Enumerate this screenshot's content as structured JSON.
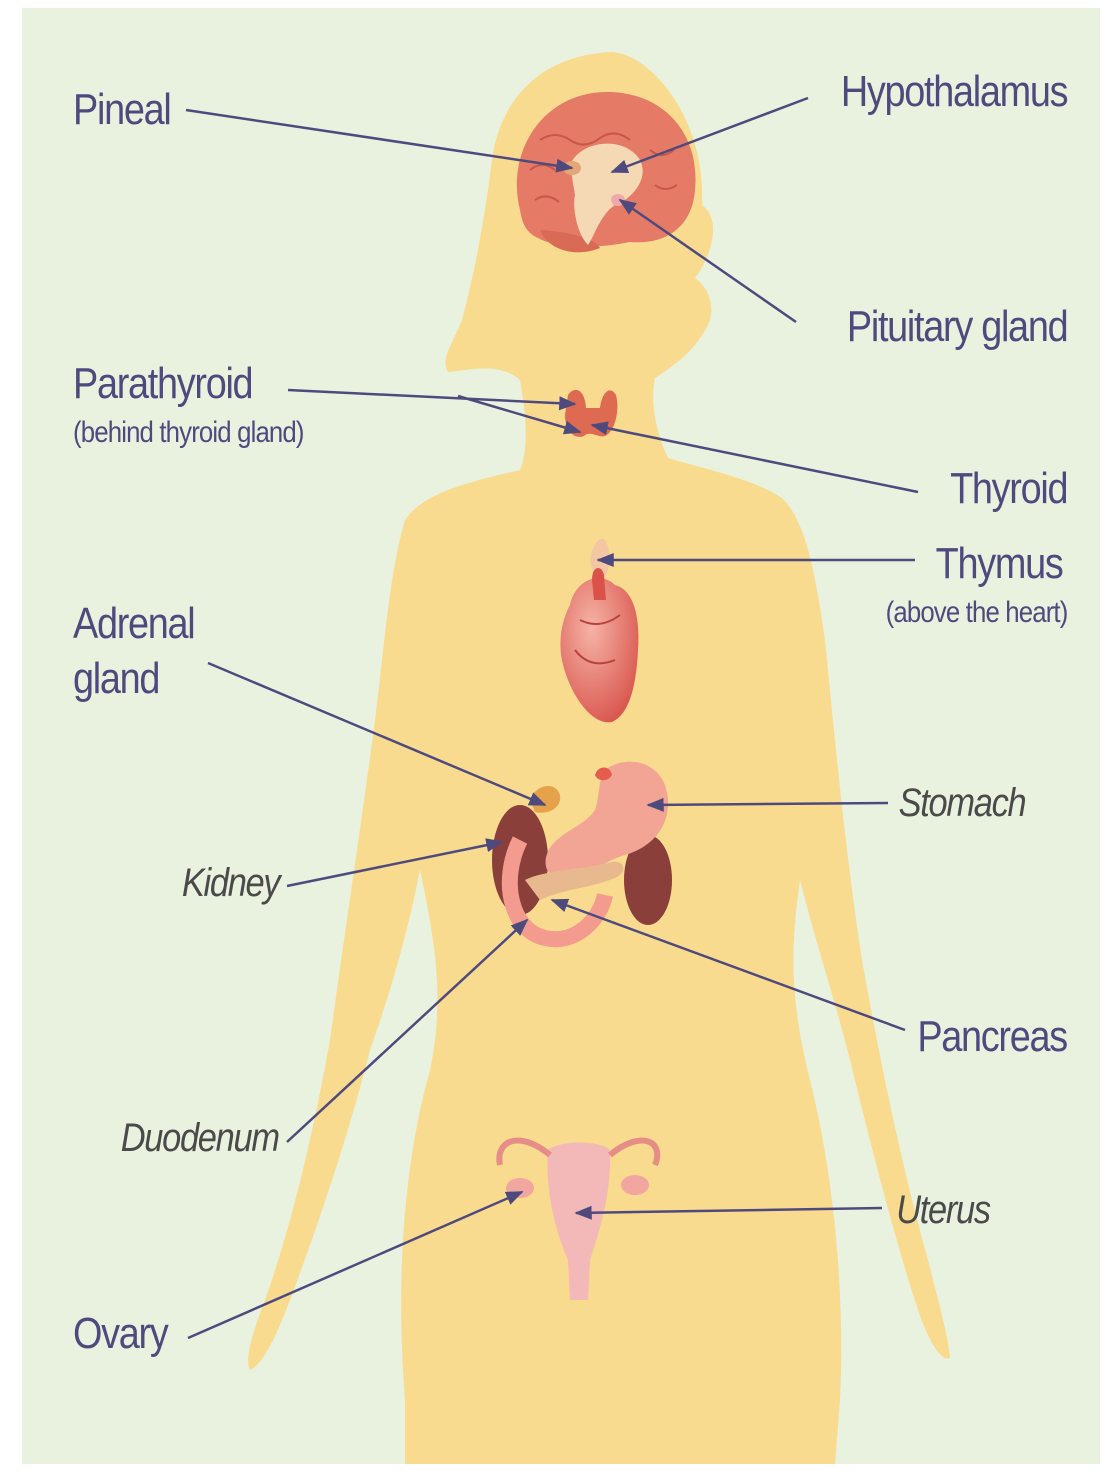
{
  "colors": {
    "background": "#e9f2df",
    "silhouette": "#f8db8e",
    "label_primary": "#4f4a7e",
    "label_secondary": "#4a4a4a",
    "leader_line": "#4f4a7e",
    "organ": "#e8776e"
  },
  "labels": {
    "pineal": "Pineal",
    "hypothalamus": "Hypothalamus",
    "pituitary": "Pituitary gland",
    "parathyroid": "Parathyroid",
    "parathyroid_note": "(behind thyroid gland)",
    "thyroid": "Thyroid",
    "thymus": "Thymus",
    "thymus_note": "(above the heart)",
    "adrenal_line1": "Adrenal",
    "adrenal_line2": "gland",
    "stomach": "Stomach",
    "kidney": "Kidney",
    "pancreas": "Pancreas",
    "duodenum": "Duodenum",
    "uterus": "Uterus",
    "ovary": "Ovary"
  }
}
